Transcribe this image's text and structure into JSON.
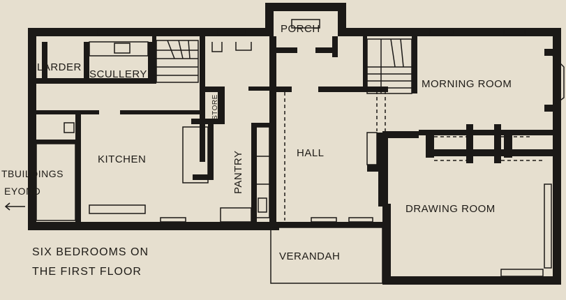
{
  "colors": {
    "paper": "#e6dfcf",
    "wall": "#1b1917",
    "ink": "#1e1b17"
  },
  "rooms": {
    "porch": "PORCH",
    "larder": "LARDER",
    "scullery": "SCULLERY",
    "store": "STORE",
    "morning_room": "MORNING ROOM",
    "kitchen": "KITCHEN",
    "hall": "HALL",
    "pantry": "PANTRY",
    "outbuildings_line1": "TBUILDINGS",
    "outbuildings_line2": "EYOND",
    "drawing_room": "DRAWING ROOM",
    "verandah": "VERANDAH"
  },
  "notes": {
    "line1": "SIX BEDROOMS ON",
    "line2": "THE FIRST FLOOR"
  },
  "icons": {
    "arrow": "left-arrow-icon"
  }
}
